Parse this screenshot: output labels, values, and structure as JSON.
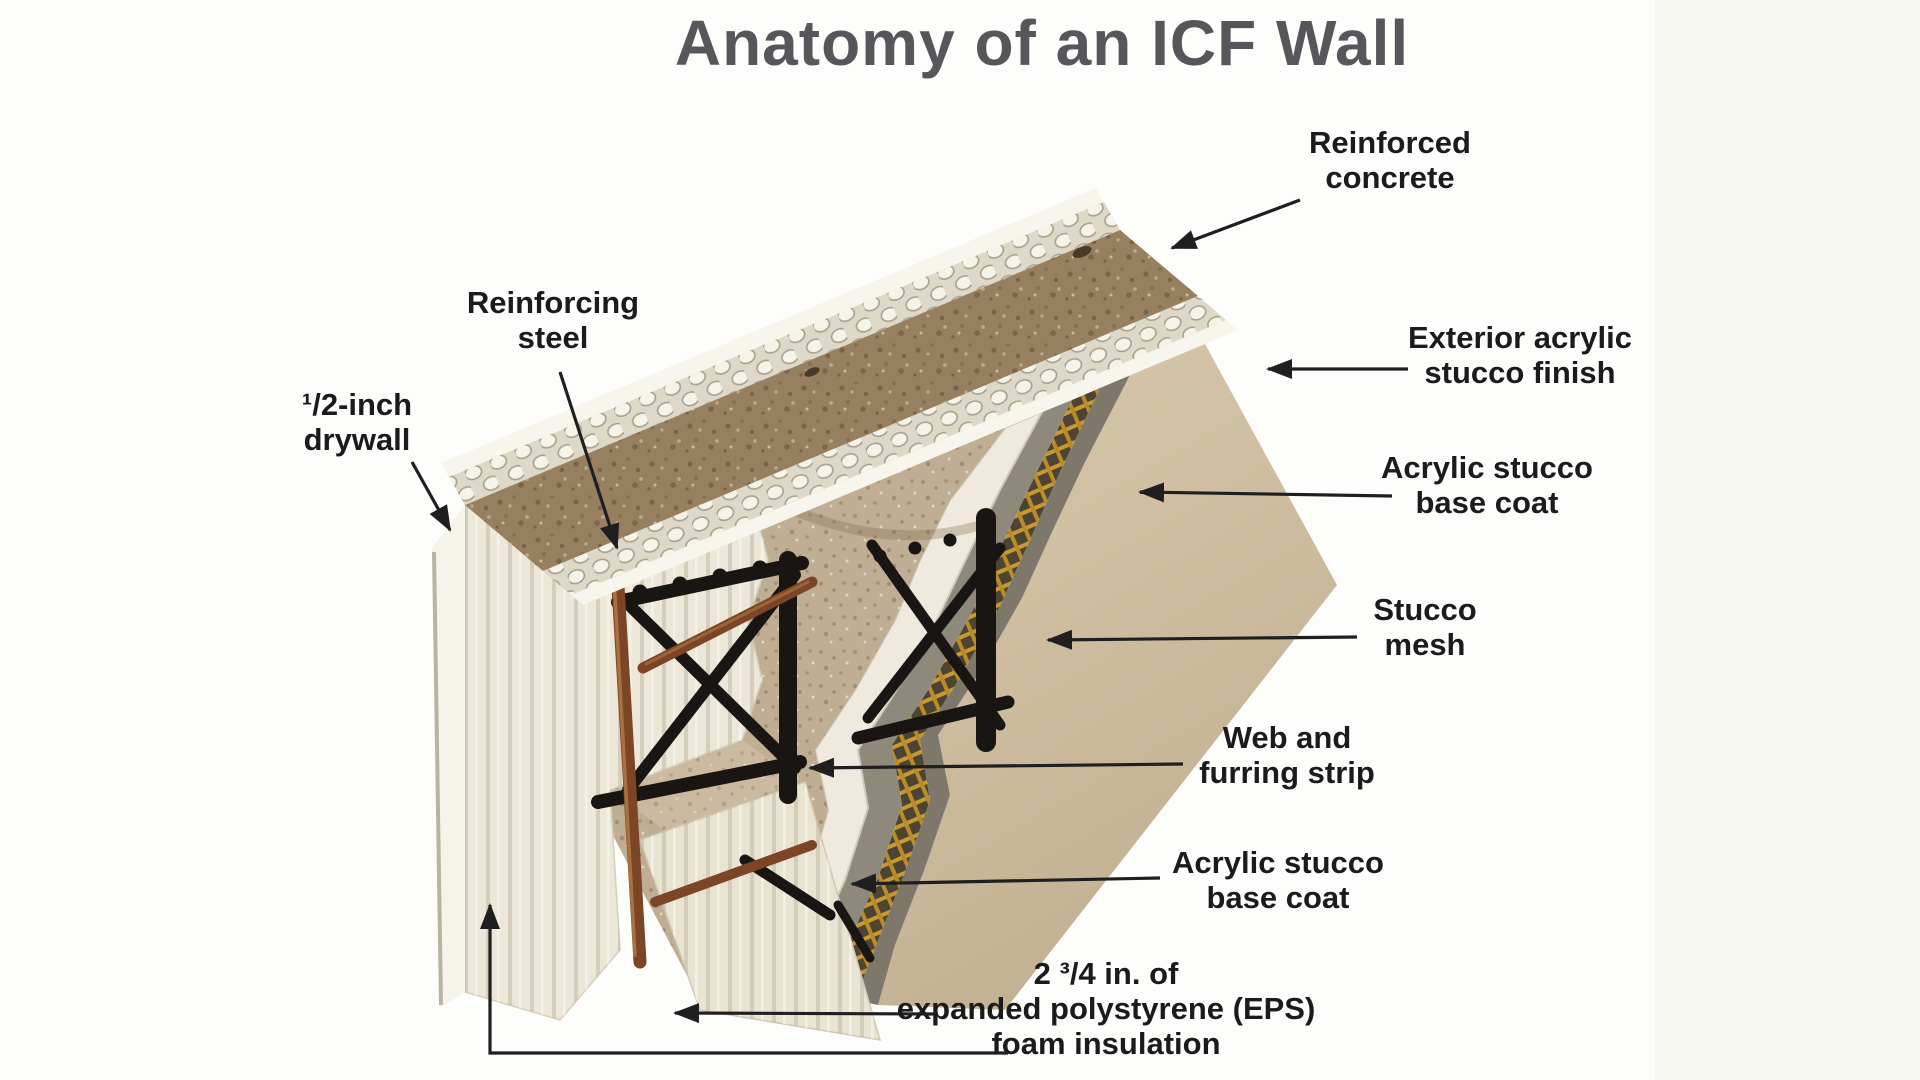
{
  "title": "Anatomy of an ICF Wall",
  "labels": {
    "reinforced_concrete": {
      "line1": "Reinforced",
      "line2": "concrete"
    },
    "exterior_finish": {
      "line1": "Exterior acrylic",
      "line2": "stucco finish"
    },
    "base_coat_upper": {
      "line1": "Acrylic stucco",
      "line2": "base coat"
    },
    "stucco_mesh": {
      "line1": "Stucco",
      "line2": "mesh"
    },
    "web_furring": {
      "line1": "Web and",
      "line2": "furring strip"
    },
    "base_coat_lower": {
      "line1": "Acrylic stucco",
      "line2": "base coat"
    },
    "eps_foam": {
      "line1": "2 ³/4 in. of",
      "line2": "expanded polystyrene (EPS)",
      "line3": "foam insulation"
    },
    "reinforcing_steel": {
      "line1": "Reinforcing",
      "line2": "steel"
    },
    "drywall": {
      "line1": "¹/2-inch",
      "line2": "drywall"
    }
  },
  "colors": {
    "title_gray": "#56575b",
    "label_black": "#1b1b1b",
    "leader_line": "#1f1f1f",
    "concrete_top": "#97805f",
    "concrete_cut": "#bfae93",
    "eps_cream": "#ece7d8",
    "drywall_white": "#f5f3ea",
    "stucco_finish_tan": "#cfbd9f",
    "base_coat_gray": "#8f897b",
    "mesh_gold": "#c8992f",
    "web_black": "#191512",
    "rebar_rust": "#7c4526"
  }
}
